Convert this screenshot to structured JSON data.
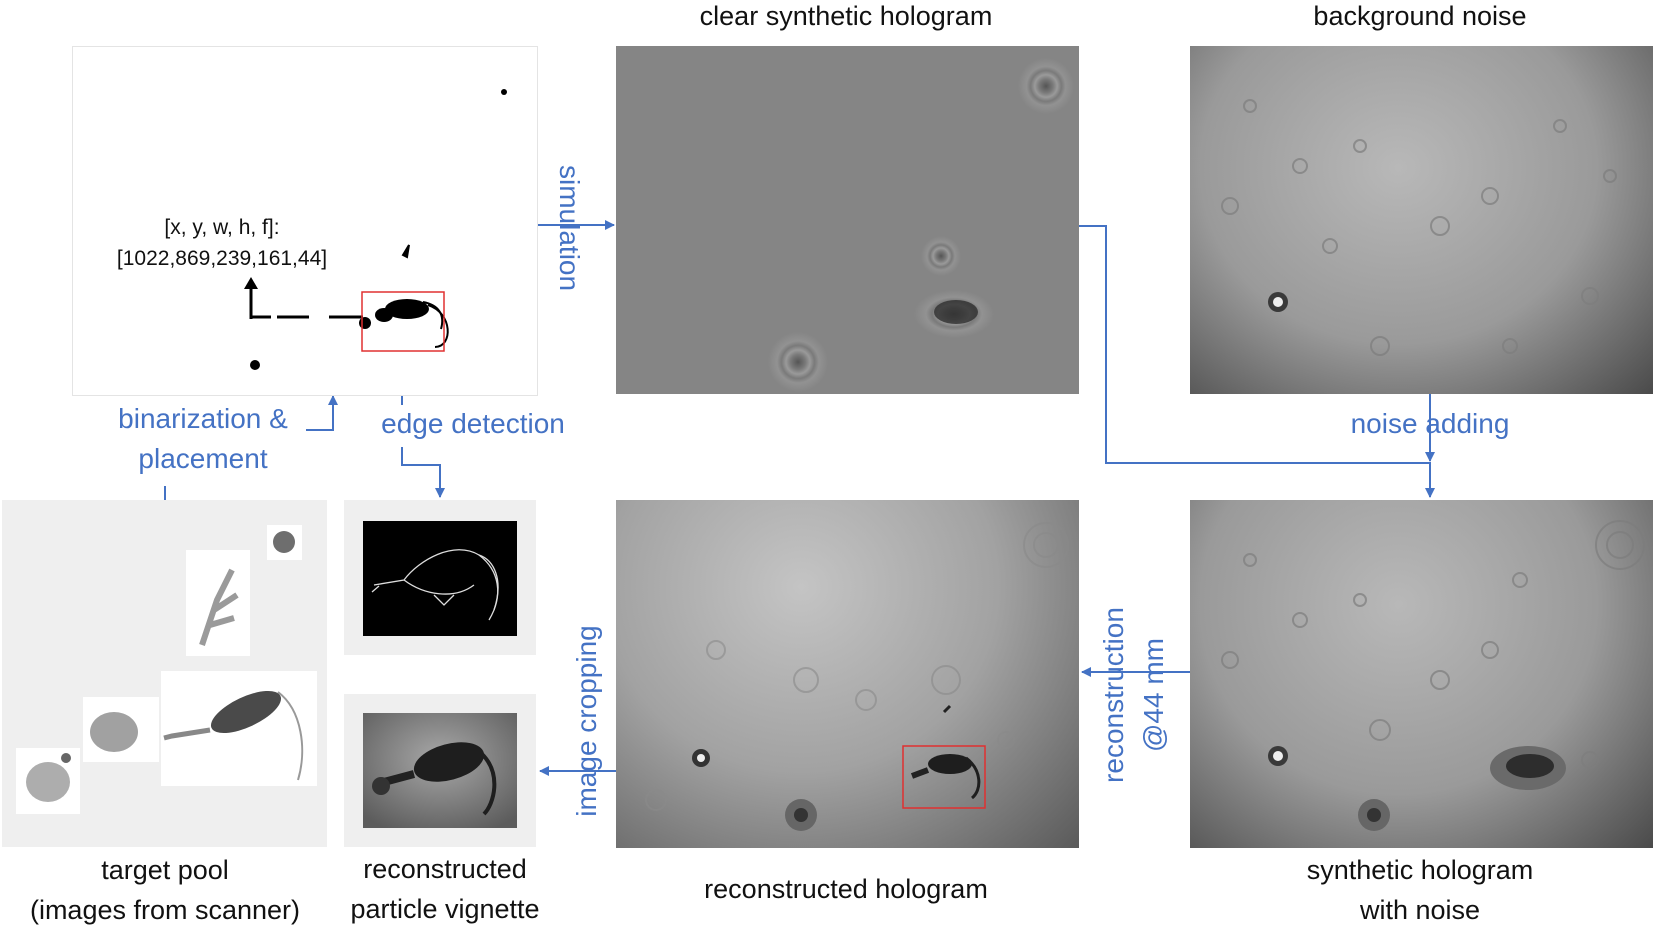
{
  "labels": {
    "clear_hologram": "clear synthetic hologram",
    "background_noise": "background noise",
    "target_pool_1": "target pool",
    "target_pool_2": "(images from scanner)",
    "vignette_1": "reconstructed",
    "vignette_2": "particle vignette",
    "reconstructed_hologram": "reconstructed hologram",
    "noisy_hologram_1": "synthetic hologram",
    "noisy_hologram_2": "with noise"
  },
  "steps": {
    "simulation": "simulation",
    "binarization_1": "binarization &",
    "binarization_2": "placement",
    "edge_detection": "edge detection",
    "noise_adding": "noise adding",
    "reconstruction_1": "reconstruction",
    "reconstruction_2": "@44 mm",
    "image_cropping": "image cropping"
  },
  "placement": {
    "format": "[x, y, w, h, f]:",
    "values": "[1022,869,239,161,44]"
  },
  "colors": {
    "arrow": "#4472c4",
    "crop_box": "#e03030"
  }
}
